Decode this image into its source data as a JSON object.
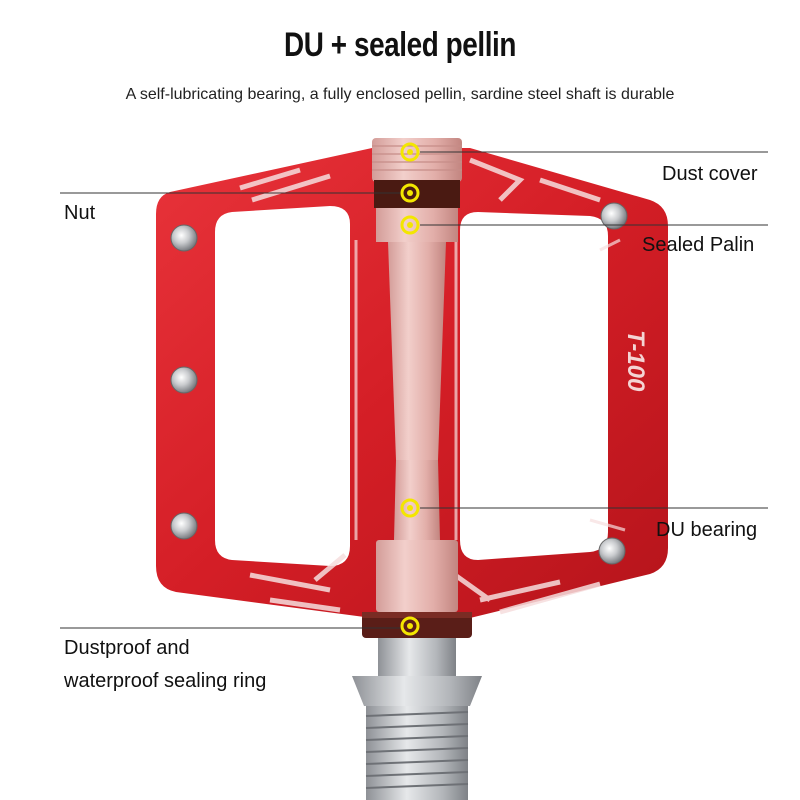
{
  "title": "DU + sealed pellin",
  "subtitle": "A self-lubricating bearing, a fully enclosed pellin, sardine steel shaft is durable",
  "callouts": {
    "dust_cover": "Dust cover",
    "nut": "Nut",
    "sealed_palin": "Sealed Palin",
    "du_bearing": "DU bearing",
    "sealing_ring_line1": "Dustproof and",
    "sealing_ring_line2": "waterproof sealing ring"
  },
  "pedal_marking": "T-100",
  "colors": {
    "pedal_red": "#d8242b",
    "axle_pink": "#e7b9b6",
    "marker_yellow": "#f3e600",
    "nut_dark": "#4a1a12",
    "thread_silver": "#b9bcc0"
  }
}
